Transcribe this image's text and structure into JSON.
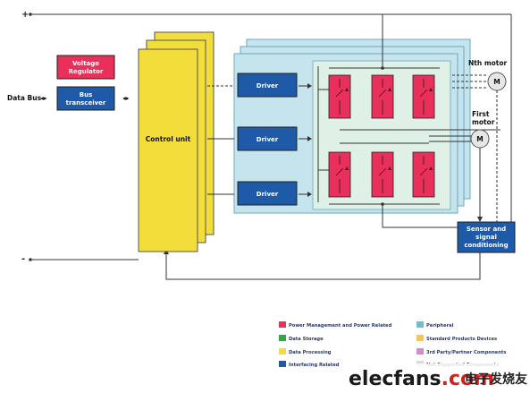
{
  "rails": {
    "positive": "+",
    "negative": "-"
  },
  "left": {
    "data_bus": "Data Bus",
    "voltage_regulator": [
      "Voltage",
      "Regulator"
    ],
    "bus_transceiver": [
      "Bus",
      "transceiver"
    ]
  },
  "control_unit": "Control unit",
  "drivers": [
    "Driver",
    "Driver",
    "Driver"
  ],
  "motors": {
    "nth_label": "Nth motor",
    "first_label": "First motor",
    "symbol": "M"
  },
  "sensor": [
    "Sensor and",
    "signal",
    "conditioning"
  ],
  "legend": [
    {
      "label": "Power Management and Power Related",
      "color": "#e8305a"
    },
    {
      "label": "Peripheral",
      "color": "#6bc0d8"
    },
    {
      "label": "Data Storage",
      "color": "#3aa24a"
    },
    {
      "label": "Standard Products Devices",
      "color": "#f3c46a"
    },
    {
      "label": "Data Processing",
      "color": "#f3dd3a"
    },
    {
      "label": "3rd Party/Partner Components",
      "color": "#d38ad0"
    },
    {
      "label": "Interfacing Related",
      "color": "#1f5aa8"
    },
    {
      "label": "Not Supported Components",
      "color": "#d8d8d8"
    }
  ],
  "watermark": {
    "brand": "elecfans",
    "domain": ".com",
    "chinese": "电子发烧友"
  },
  "colors": {
    "power": "#e8305a",
    "interfacing": "#1f5aa8",
    "processing": "#f3dd3a",
    "peripheral": "#c6e4ee",
    "panel": "#dff0e6"
  }
}
